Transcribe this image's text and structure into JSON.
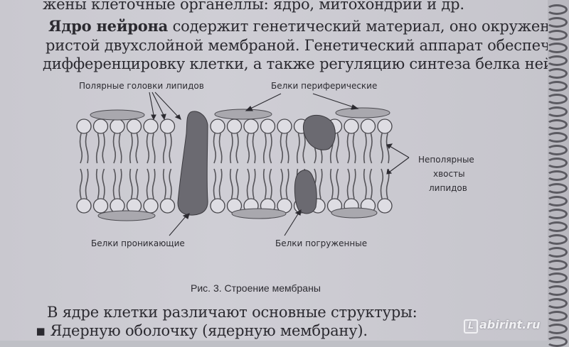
{
  "paragraphs": {
    "line1": "жены клеточные органеллы: ядро, митохондрии и др.",
    "line2_bold": "Ядро нейрона",
    "line2_rest": " содержит генетический материал, оно окружено по-",
    "line3": "ристой двухслойной мембраной. Генетический аппарат обеспечивает",
    "line4": "дифференцировку клетки, а также регуляцию синтеза белка нейрона.",
    "line5": "В ядре клетки различают основные структуры:",
    "line6": "Ядерную оболочку (ядерную мембрану)."
  },
  "figure": {
    "labels": {
      "polar_heads": "Полярные головки липидов",
      "peripheral": "Белки периферические",
      "nonpolar_1": "Неполярные",
      "nonpolar_2": "хвосты",
      "nonpolar_3": "липидов",
      "penetrating": "Белки проникающие",
      "submerged": "Белки погруженные"
    },
    "caption": "Рис. 3. Строение мембраны"
  },
  "watermark": {
    "logo": "L",
    "text": "abirint.ru"
  }
}
